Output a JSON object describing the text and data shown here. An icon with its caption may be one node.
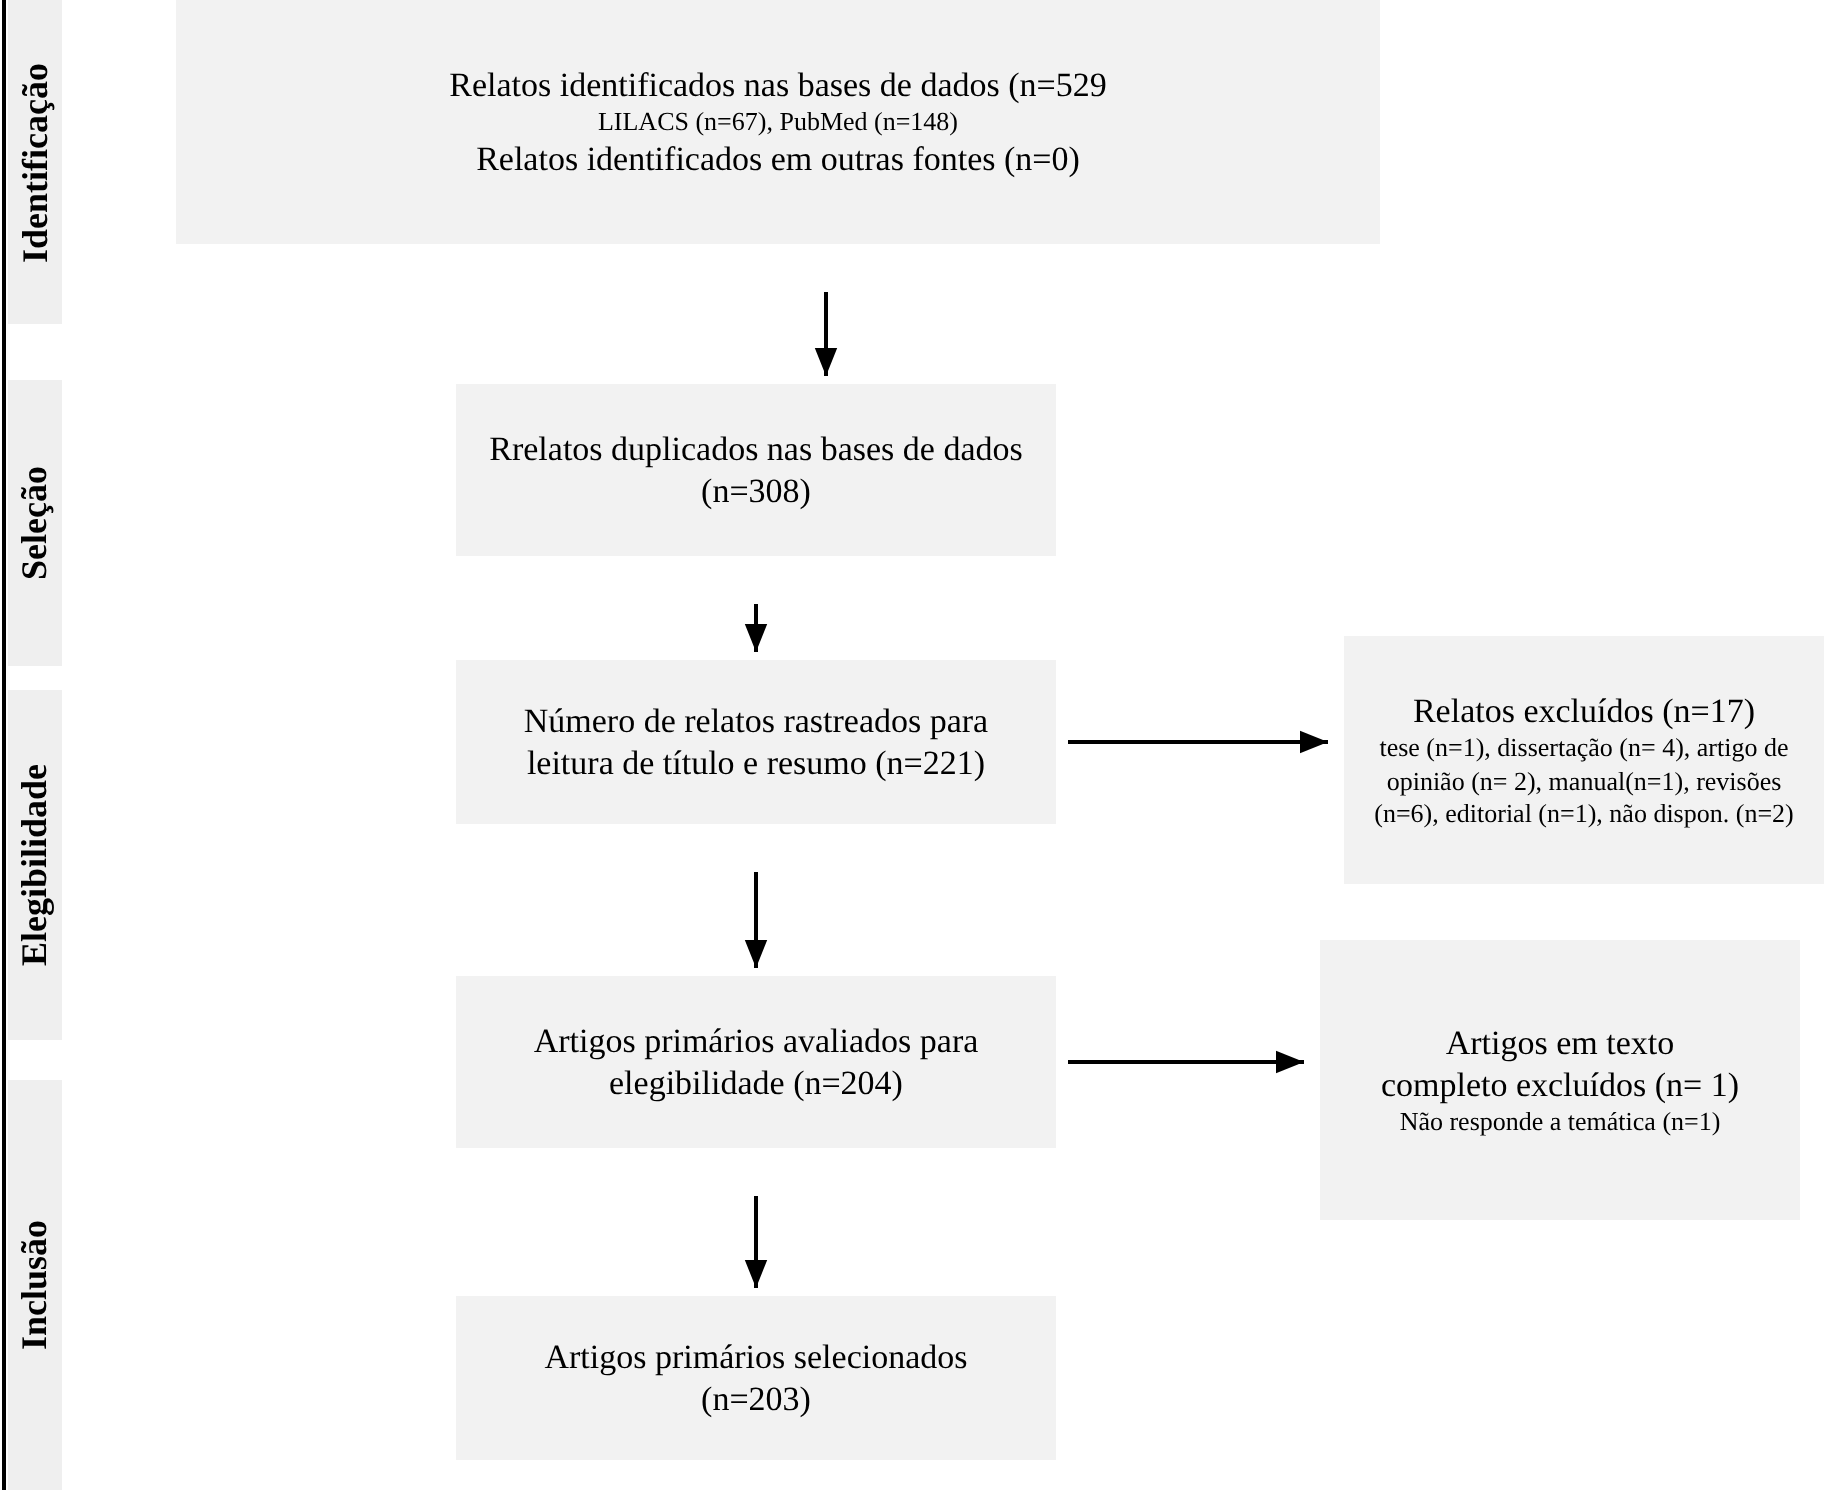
{
  "diagram": {
    "nodes": [
      {
        "text": [
          "Identificação"
        ]
      },
      {
        "text": [
          "Seleção"
        ]
      },
      {
        "text": [
          "Elegibilidade"
        ]
      },
      {
        "text": [
          "Inclusão"
        ]
      },
      {
        "text": [
          "Relatos identificados nas bases de dados (n=529",
          "LILACS (n=67), PubMed (n=148)",
          "Relatos identificados em outras fontes (n=0)"
        ]
      },
      {
        "text": [
          "Rrelatos duplicados nas bases de dados (n=308)"
        ]
      },
      {
        "text": [
          "Número de relatos rastreados para leitura de título e resumo (n=221)"
        ]
      },
      {
        "text": [
          "Relatos excluídos (n=17)",
          "tese (n=1), dissertação (n= 4), artigo de opinião (n= 2), manual(n=1), revisões (n=6), editorial (n=1), não dispon. (n=2)"
        ]
      },
      {
        "text": [
          "Artigos primários avaliados para elegibilidade (n=204)"
        ]
      },
      {
        "text": [
          "Artigos em texto completo excluídos (n= 1)",
          "Não responde a temática (n=1)"
        ]
      },
      {
        "text": [
          "Artigos primários selecionados (n=203)"
        ]
      }
    ],
    "edges": [
      {
        "from": 4,
        "to": 5,
        "arrow": "to"
      },
      {
        "from": 5,
        "to": 6,
        "arrow": "to"
      },
      {
        "from": 6,
        "to": 7,
        "arrow": "to"
      },
      {
        "from": 6,
        "to": 8,
        "arrow": "to"
      },
      {
        "from": 8,
        "to": 9,
        "arrow": "to"
      },
      {
        "from": 8,
        "to": 10,
        "arrow": "to"
      }
    ]
  }
}
